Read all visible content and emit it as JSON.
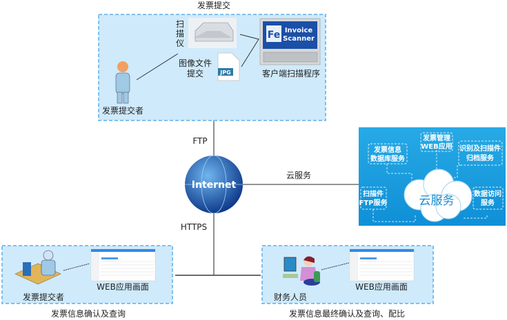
{
  "top_section": {
    "title": "发票提交",
    "scanner_label": [
      "扫",
      "描",
      "仪"
    ],
    "image_file_label": [
      "图像文件",
      "提交"
    ],
    "jpg_badge": "JPG",
    "client_program_label": "客户端扫描程序",
    "monitor_brand": [
      "Invoice",
      "Scanner"
    ],
    "submitter_label": "发票提交者"
  },
  "network": {
    "internet_label": "Internet",
    "ftp_label": "FTP",
    "https_label": "HTTPS",
    "cloud_link_label": "云服务"
  },
  "cloud": {
    "center_label": "云服务",
    "services": [
      [
        "发票信息",
        "数据库服务"
      ],
      [
        "发票管理",
        "WEB应用"
      ],
      [
        "识别及扫描件",
        "归档服务"
      ],
      [
        "扫描件",
        "FTP服务"
      ],
      [
        "数据访问",
        "服务"
      ]
    ]
  },
  "bottom_left": {
    "person_label": "发票提交者",
    "web_label": "WEB应用画面",
    "caption": "发票信息确认及查询"
  },
  "bottom_right": {
    "person_label": "财务人员",
    "web_label": "WEB应用画面",
    "caption": "发票信息最终确认及查询、配比"
  },
  "colors": {
    "box_bg": "#cfeafb",
    "box_border": "#7fbfef",
    "cloud_bg": "#1ba1e2",
    "globe": "#1f5fb0"
  }
}
